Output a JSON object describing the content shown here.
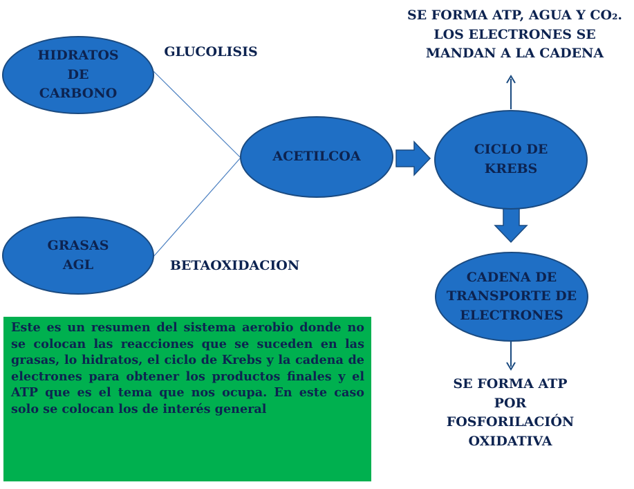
{
  "nodes": {
    "hidratos": "HIDRATOS\nDE\nCARBONO",
    "grasas": "GRASAS\nAGL",
    "acetilcoa": "ACETILCOA",
    "krebs": "CICLO DE\nKREBS",
    "cadena": "CADENA DE\nTRANSPORTE DE\nELECTRONES"
  },
  "labels": {
    "glucolisis": "GLUCOLISIS",
    "betaoxidacion": "BETAOXIDACION",
    "krebs_output": "SE FORMA ATP, AGUA Y CO₂.\nLOS ELECTRONES SE\nMANDAN A LA CADENA",
    "cadena_output": "SE FORMA ATP\nPOR\nFOSFORILACIÓN\nOXIDATIVA"
  },
  "note": "Este es un resumen del sistema aerobio donde no se colocan las reacciones que se suceden en las grasas, lo hidratos, el ciclo de Krebs y la cadena de electrones para obtener los productos finales y el ATP que es el tema que nos ocupa. En este caso solo se colocan los de interés general",
  "colors": {
    "node_fill": "#1f6fc5",
    "node_border": "#1a4a80",
    "text": "#0d2350",
    "note_fill": "#00b04f",
    "connector": "#4a7fc0"
  }
}
